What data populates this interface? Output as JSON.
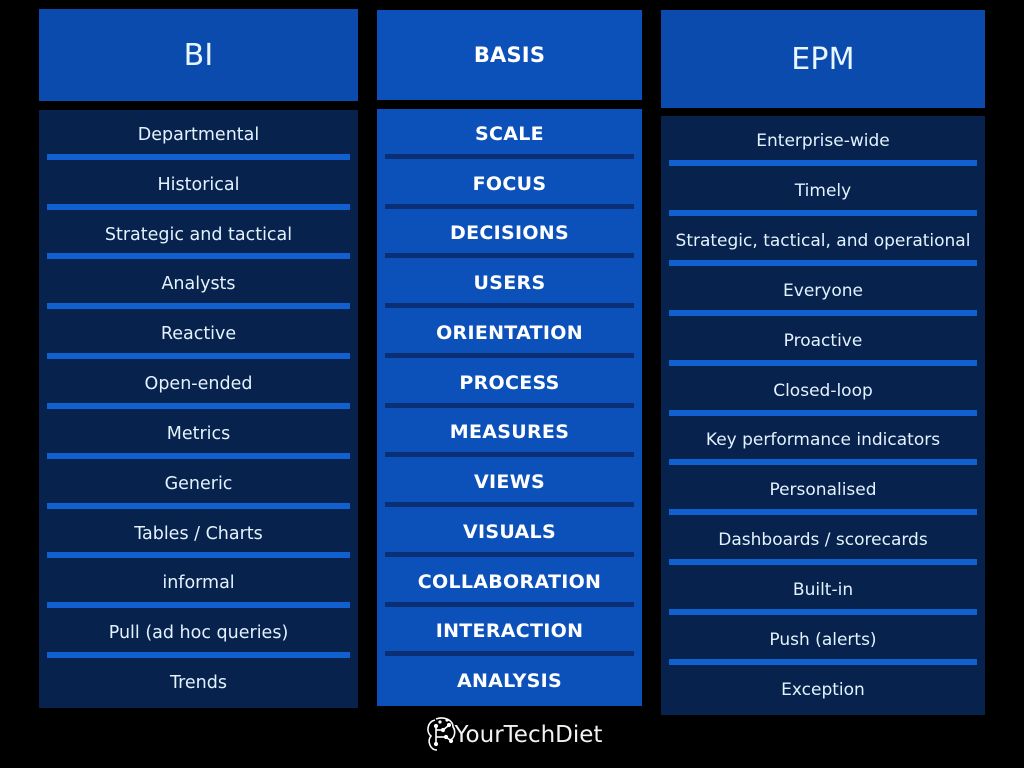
{
  "columns": [
    {
      "id": "bi",
      "title": "BI",
      "rows": [
        "Departmental",
        "Historical",
        "Strategic and tactical",
        "Analysts",
        "Reactive",
        "Open-ended",
        "Metrics",
        "Generic",
        "Tables / Charts",
        "informal",
        "Pull (ad hoc queries)",
        "Trends"
      ]
    },
    {
      "id": "basis",
      "title": "BASIS",
      "rows": [
        "SCALE",
        "FOCUS",
        "DECISIONS",
        "USERS",
        "ORIENTATION",
        "PROCESS",
        "MEASURES",
        "VIEWS",
        "VISUALS",
        "COLLABORATION",
        "INTERACTION",
        "ANALYSIS"
      ]
    },
    {
      "id": "epm",
      "title": "EPM",
      "rows": [
        "Enterprise-wide",
        "Timely",
        "Strategic, tactical, and operational",
        "Everyone",
        "Proactive",
        "Closed-loop",
        "Key performance indicators",
        "Personalised",
        "Dashboards / scorecards",
        "Built-in",
        "Push (alerts)",
        "Exception"
      ]
    }
  ],
  "watermark": {
    "icon": "circuit-brain-icon",
    "text": "YourTechDiet"
  },
  "colors": {
    "background": "#000000",
    "header_blue": "#0a4bad",
    "basis_blue": "#0c51b9",
    "panel_navy": "#06224d",
    "divider_bright": "#1160cf",
    "divider_dark": "#0b2f74",
    "text_light": "#e3f2fd"
  }
}
